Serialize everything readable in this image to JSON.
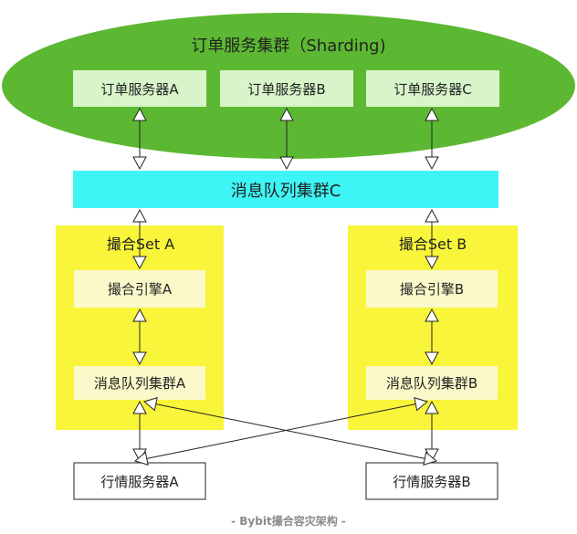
{
  "cluster": {
    "title": "订单服务集群（Sharding)",
    "servers": [
      "订单服务器A",
      "订单服务器B",
      "订单服务器C"
    ]
  },
  "mq_main": {
    "label": "消息队列集群C"
  },
  "sets": [
    {
      "title": "撮合Set A",
      "engine": "撮合引擎A",
      "mq": "消息队列集群A"
    },
    {
      "title": "撮合Set B",
      "engine": "撮合引擎B",
      "mq": "消息队列集群B"
    }
  ],
  "market": [
    "行情服务器A",
    "行情服务器B"
  ],
  "caption": "- Bybit撮合容灾架构 -",
  "colors": {
    "cluster_fill": "#5cb832",
    "server_fill": "#d7f5c8",
    "mq_fill": "#3ef5f5",
    "set_fill": "#f8f53a",
    "inner_fill": "#fbf9c9",
    "market_fill": "#ffffff"
  }
}
